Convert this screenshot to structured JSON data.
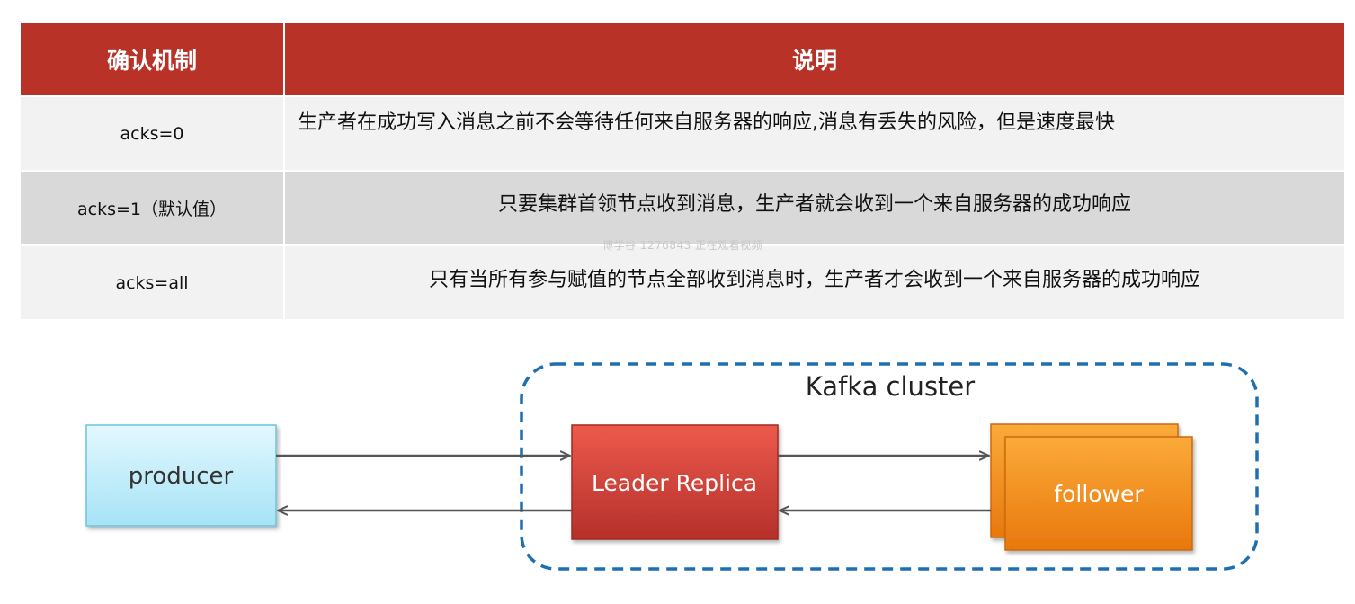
{
  "table": {
    "headers": [
      "确认机制",
      "说明"
    ],
    "rows": [
      {
        "mechanism": "acks=0",
        "description": "生产者在成功写入消息之前不会等待任何来自服务器的响应,消息有丢失的风险，但是速度最快"
      },
      {
        "mechanism": "acks=1（默认值）",
        "description": "只要集群首领节点收到消息，生产者就会收到一个来自服务器的成功响应"
      },
      {
        "mechanism": "acks=all",
        "description": "只有当所有参与赋值的节点全部收到消息时，生产者才会收到一个来自服务器的成功响应"
      }
    ]
  },
  "watermark": "博学谷 1276843 正在观看视频",
  "diagram": {
    "cluster_label": "Kafka cluster",
    "producer_label": "producer",
    "leader_label": "Leader Replica",
    "follower_label": "follower"
  },
  "colors": {
    "header_bg": "#b83228",
    "row_light": "#f2f2f2",
    "row_dark": "#d9d9d9",
    "cluster_border": "#1f6fb0",
    "producer_fill": "#bfeefb",
    "leader_fill": "#d9453a",
    "follower_fill": "#f7941d"
  }
}
